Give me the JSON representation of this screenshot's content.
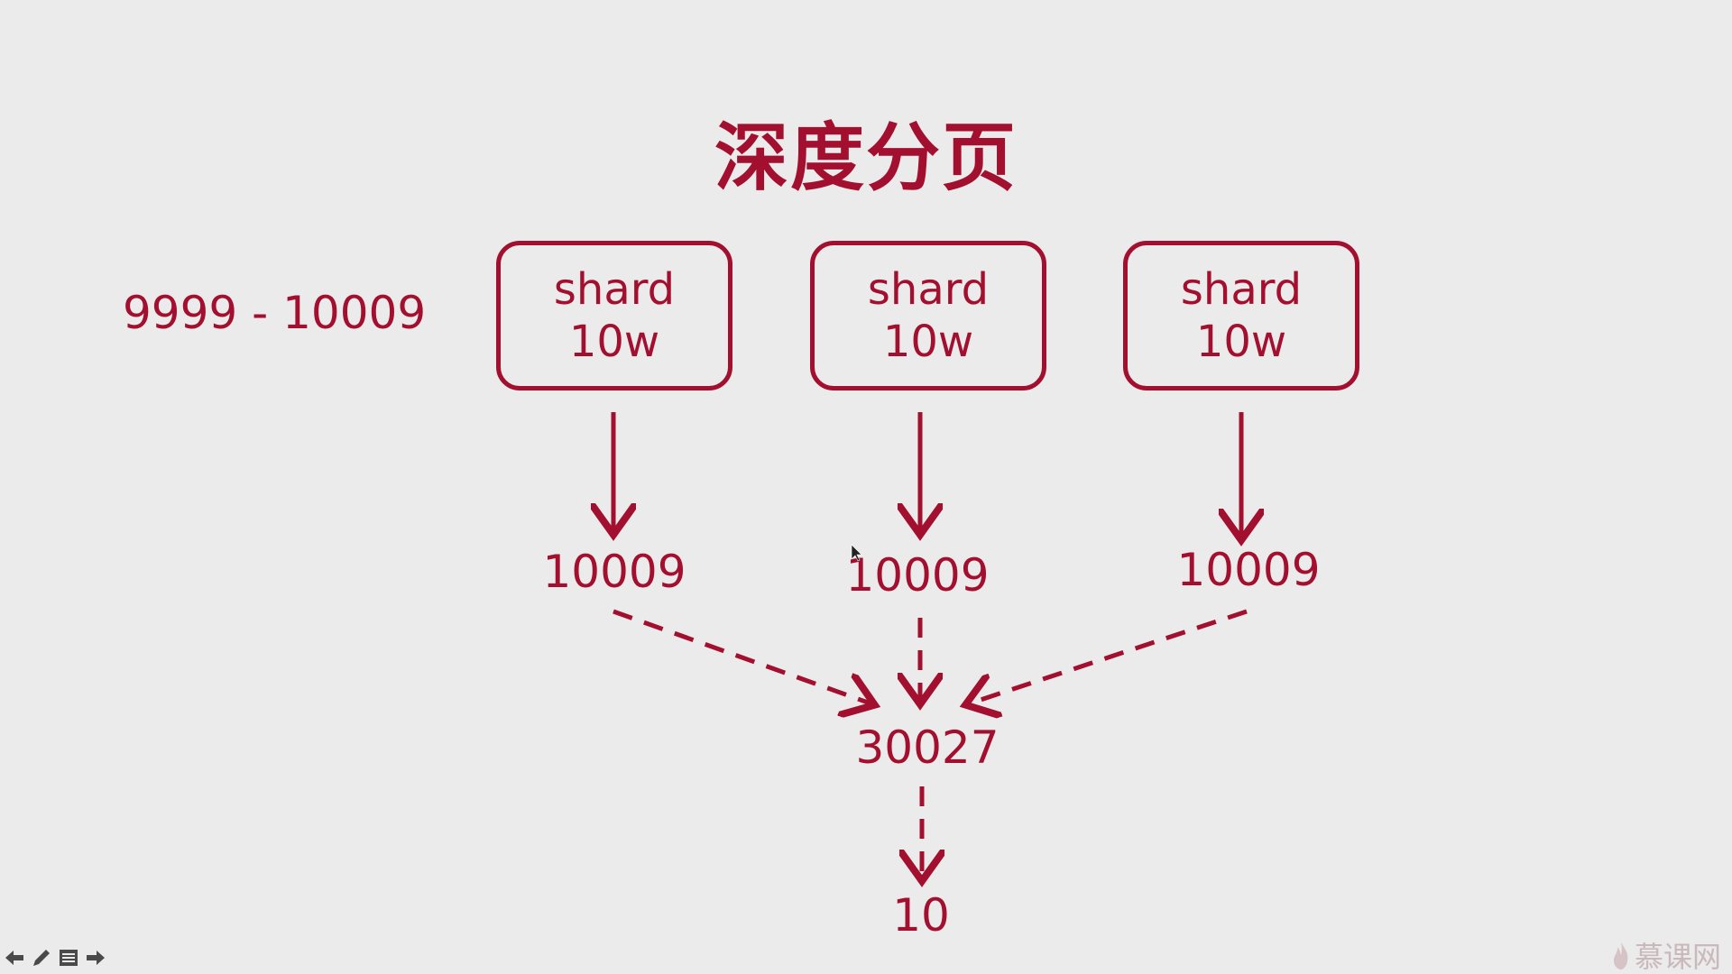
{
  "title": "深度分页",
  "range_label": "9999 - 10009",
  "shards": [
    {
      "line1": "shard",
      "line2": "10w"
    },
    {
      "line1": "shard",
      "line2": "10w"
    },
    {
      "line1": "shard",
      "line2": "10w"
    }
  ],
  "shard_results": [
    "10009",
    "10009",
    "10009"
  ],
  "merged_total": "30027",
  "final_result": "10",
  "colors": {
    "accent": "#a30f2e",
    "background": "#ebebeb"
  },
  "controls": {
    "icons": [
      "arrow-left-icon",
      "pen-icon",
      "menu-icon",
      "arrow-right-icon"
    ]
  },
  "watermark": {
    "text": "慕课网"
  }
}
